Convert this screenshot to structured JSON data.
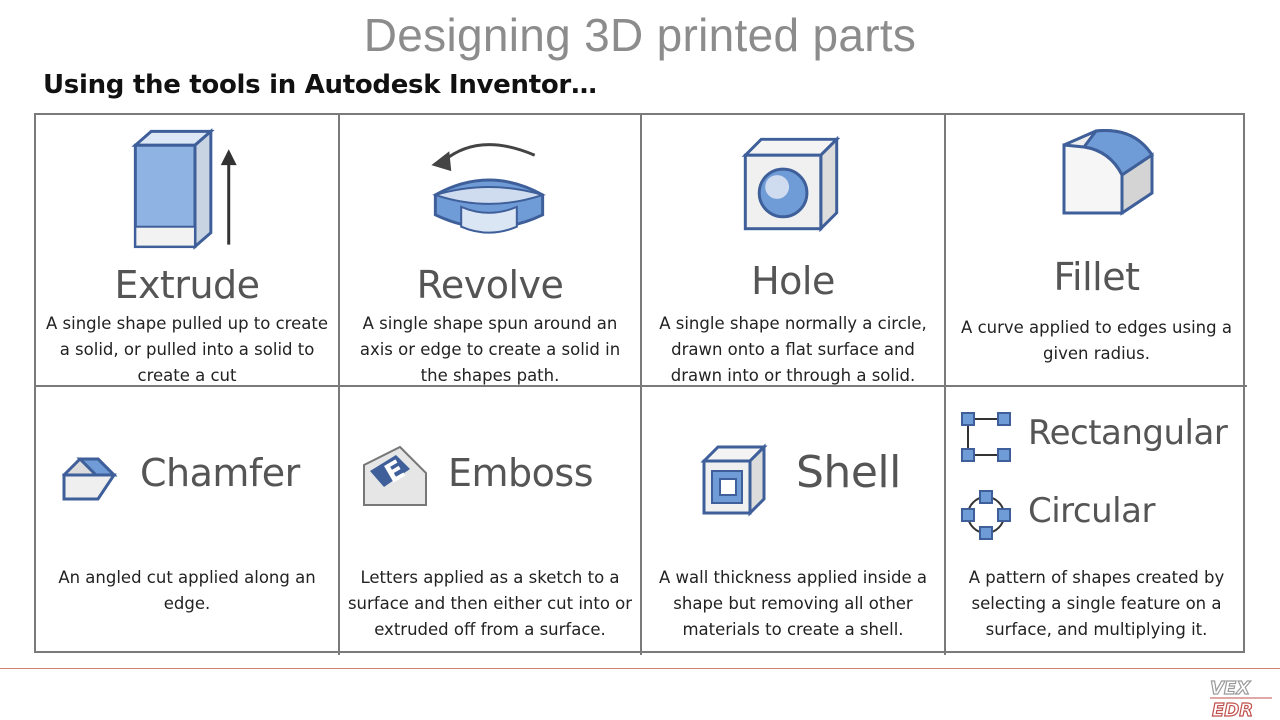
{
  "header": {
    "title": "Designing 3D printed parts",
    "subtitle": "Using the tools in Autodesk Inventor…"
  },
  "tools": [
    {
      "label": "Extrude",
      "icon": "extrude-icon",
      "description": "A single shape pulled up to create a solid, or pulled into a solid to create a cut"
    },
    {
      "label": "Revolve",
      "icon": "revolve-icon",
      "description": "A single shape spun around an axis or edge to create a solid in the shapes path."
    },
    {
      "label": "Hole",
      "icon": "hole-icon",
      "description": "A single shape normally a circle, drawn onto a flat surface and drawn into or through a solid."
    },
    {
      "label": "Fillet",
      "icon": "fillet-icon",
      "description": "A curve applied to edges using a given radius."
    },
    {
      "label": "Chamfer",
      "icon": "chamfer-icon",
      "description": "An angled cut applied along an edge."
    },
    {
      "label": "Emboss",
      "icon": "emboss-icon",
      "description": "Letters applied as a sketch to a surface and then either cut into or extruded off from a surface."
    },
    {
      "label": "Shell",
      "icon": "shell-icon",
      "description": "A wall thickness applied inside a shape but removing all other materials to create a shell."
    },
    {
      "label": "Rectangular",
      "label2": "Circular",
      "icon": "rectangular-pattern-icon",
      "icon2": "circular-pattern-icon",
      "description": "A pattern of shapes created by selecting a single feature on a surface, and multiplying it."
    }
  ],
  "logo": {
    "top_text": "VEX",
    "bottom_text": "EDR",
    "icon": "vex-edr-logo"
  },
  "colors": {
    "title": "#8c8c8c",
    "grid_border": "#7a7a7a",
    "icon_blue": "#6f9bd6",
    "icon_dark": "#3e5f99",
    "rule": "#d08070"
  }
}
